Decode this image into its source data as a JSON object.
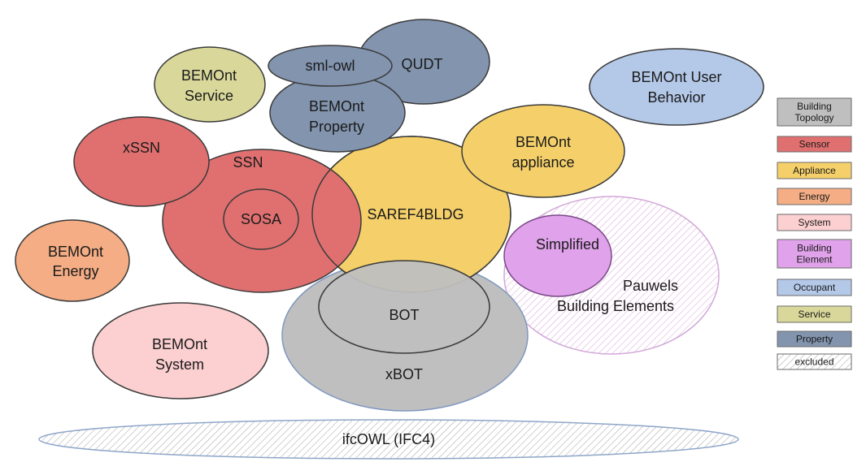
{
  "colors": {
    "topology": "#bfbfbf",
    "sensor": "#e07070",
    "appliance": "#f5d06a",
    "energy": "#f4ad84",
    "system": "#fccfd0",
    "building_element": "#e0a2ea",
    "occupant": "#b4c8e8",
    "service": "#d9d89a",
    "property": "#8294ae",
    "stroke": "#3a3a3a"
  },
  "nodes": {
    "bemont_service": [
      "BEMOnt",
      "Service"
    ],
    "sml_owl": "sml-owl",
    "qudt": "QUDT",
    "bemont_property": [
      "BEMOnt",
      "Property"
    ],
    "bemont_user_behavior": [
      "BEMOnt User",
      "Behavior"
    ],
    "xssn": "xSSN",
    "ssn": "SSN",
    "sosa": "SOSA",
    "saref4bldg": "SAREF4BLDG",
    "bemont_appliance": [
      "BEMOnt",
      "appliance"
    ],
    "simplified": "Simplified",
    "pauwels": [
      "Pauwels",
      "Building Elements"
    ],
    "bemont_energy": [
      "BEMOnt",
      "Energy"
    ],
    "bot": "BOT",
    "xbot": "xBOT",
    "bemont_system": [
      "BEMOnt",
      "System"
    ],
    "ifcowl": "ifcOWL (IFC4)"
  },
  "legend": [
    {
      "label": [
        "Building",
        "Topology"
      ],
      "fill": "#bfbfbf",
      "pattern": false
    },
    {
      "label": [
        "Sensor"
      ],
      "fill": "#e07070",
      "pattern": false
    },
    {
      "label": [
        "Appliance"
      ],
      "fill": "#f5d06a",
      "pattern": false
    },
    {
      "label": [
        "Energy"
      ],
      "fill": "#f4ad84",
      "pattern": false
    },
    {
      "label": [
        "System"
      ],
      "fill": "#fccfd0",
      "pattern": false
    },
    {
      "label": [
        "Building",
        "Element"
      ],
      "fill": "#e0a2ea",
      "pattern": false
    },
    {
      "label": [
        "Occupant"
      ],
      "fill": "#b4c8e8",
      "pattern": false
    },
    {
      "label": [
        "Service"
      ],
      "fill": "#d9d89a",
      "pattern": false
    },
    {
      "label": [
        "Property"
      ],
      "fill": "#8294ae",
      "pattern": false
    },
    {
      "label": [
        "excluded"
      ],
      "fill": "#ffffff",
      "pattern": true
    }
  ]
}
